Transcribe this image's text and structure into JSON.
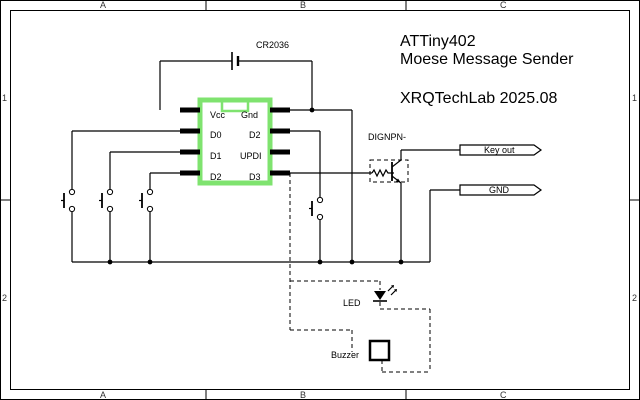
{
  "title": {
    "line1": "ATTiny402",
    "line2": "Moese Message Sender",
    "line3": "XRQTechLab 2025.08"
  },
  "frame": {
    "columns": [
      "A",
      "B",
      "C"
    ],
    "rows": [
      "1",
      "2"
    ]
  },
  "chip": {
    "outline_color": "#7fe36f",
    "pins_left": [
      "Vcc",
      "D0",
      "D1",
      "D2"
    ],
    "pins_right": [
      "Gnd",
      "D2",
      "UPDI",
      "D3"
    ]
  },
  "components": {
    "battery": "CR2036",
    "transistor": "DIGNPN-",
    "led": "LED",
    "buzzer": "Buzzer"
  },
  "ports": {
    "key_out": "Key out",
    "gnd": "GND"
  }
}
